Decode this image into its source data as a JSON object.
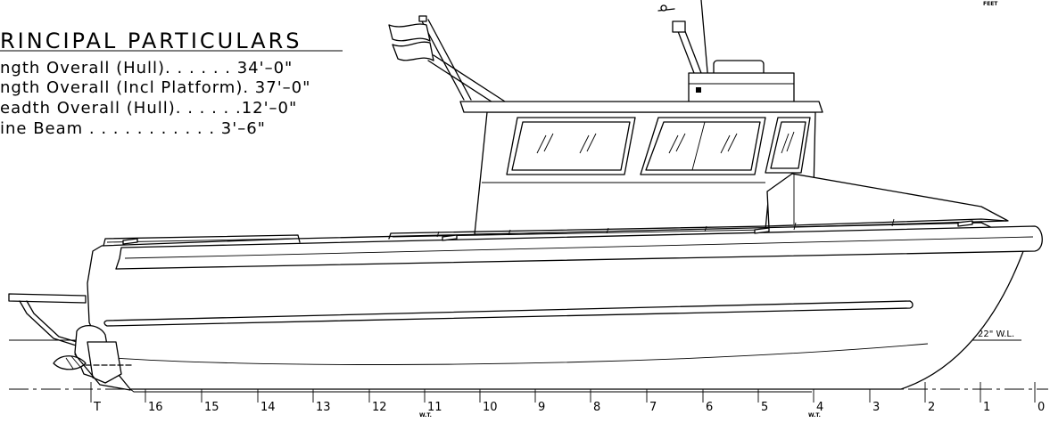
{
  "title": "RINCIPAL PARTICULARS",
  "particulars": [
    "ngth Overall (Hull). . . . . . 34'–0\"",
    "ngth Overall (Incl Platform). 37'–0\"",
    "eadth Overall (Hull). . . . . .12'–0\"",
    "ine Beam . . . . . . . . . . . 3'–6\""
  ],
  "scale_label": "FEET",
  "waterline_label": "22\" W.L.",
  "stations": [
    {
      "label": "T"
    },
    {
      "label": "16"
    },
    {
      "label": "15"
    },
    {
      "label": "14"
    },
    {
      "label": "13"
    },
    {
      "label": "12"
    },
    {
      "label": "11",
      "sub": "W.T."
    },
    {
      "label": "10"
    },
    {
      "label": "9"
    },
    {
      "label": "8"
    },
    {
      "label": "7"
    },
    {
      "label": "6"
    },
    {
      "label": "5"
    },
    {
      "label": "4",
      "sub": "W.T."
    },
    {
      "label": "3"
    },
    {
      "label": "2"
    },
    {
      "label": "1"
    },
    {
      "label": "0"
    }
  ]
}
